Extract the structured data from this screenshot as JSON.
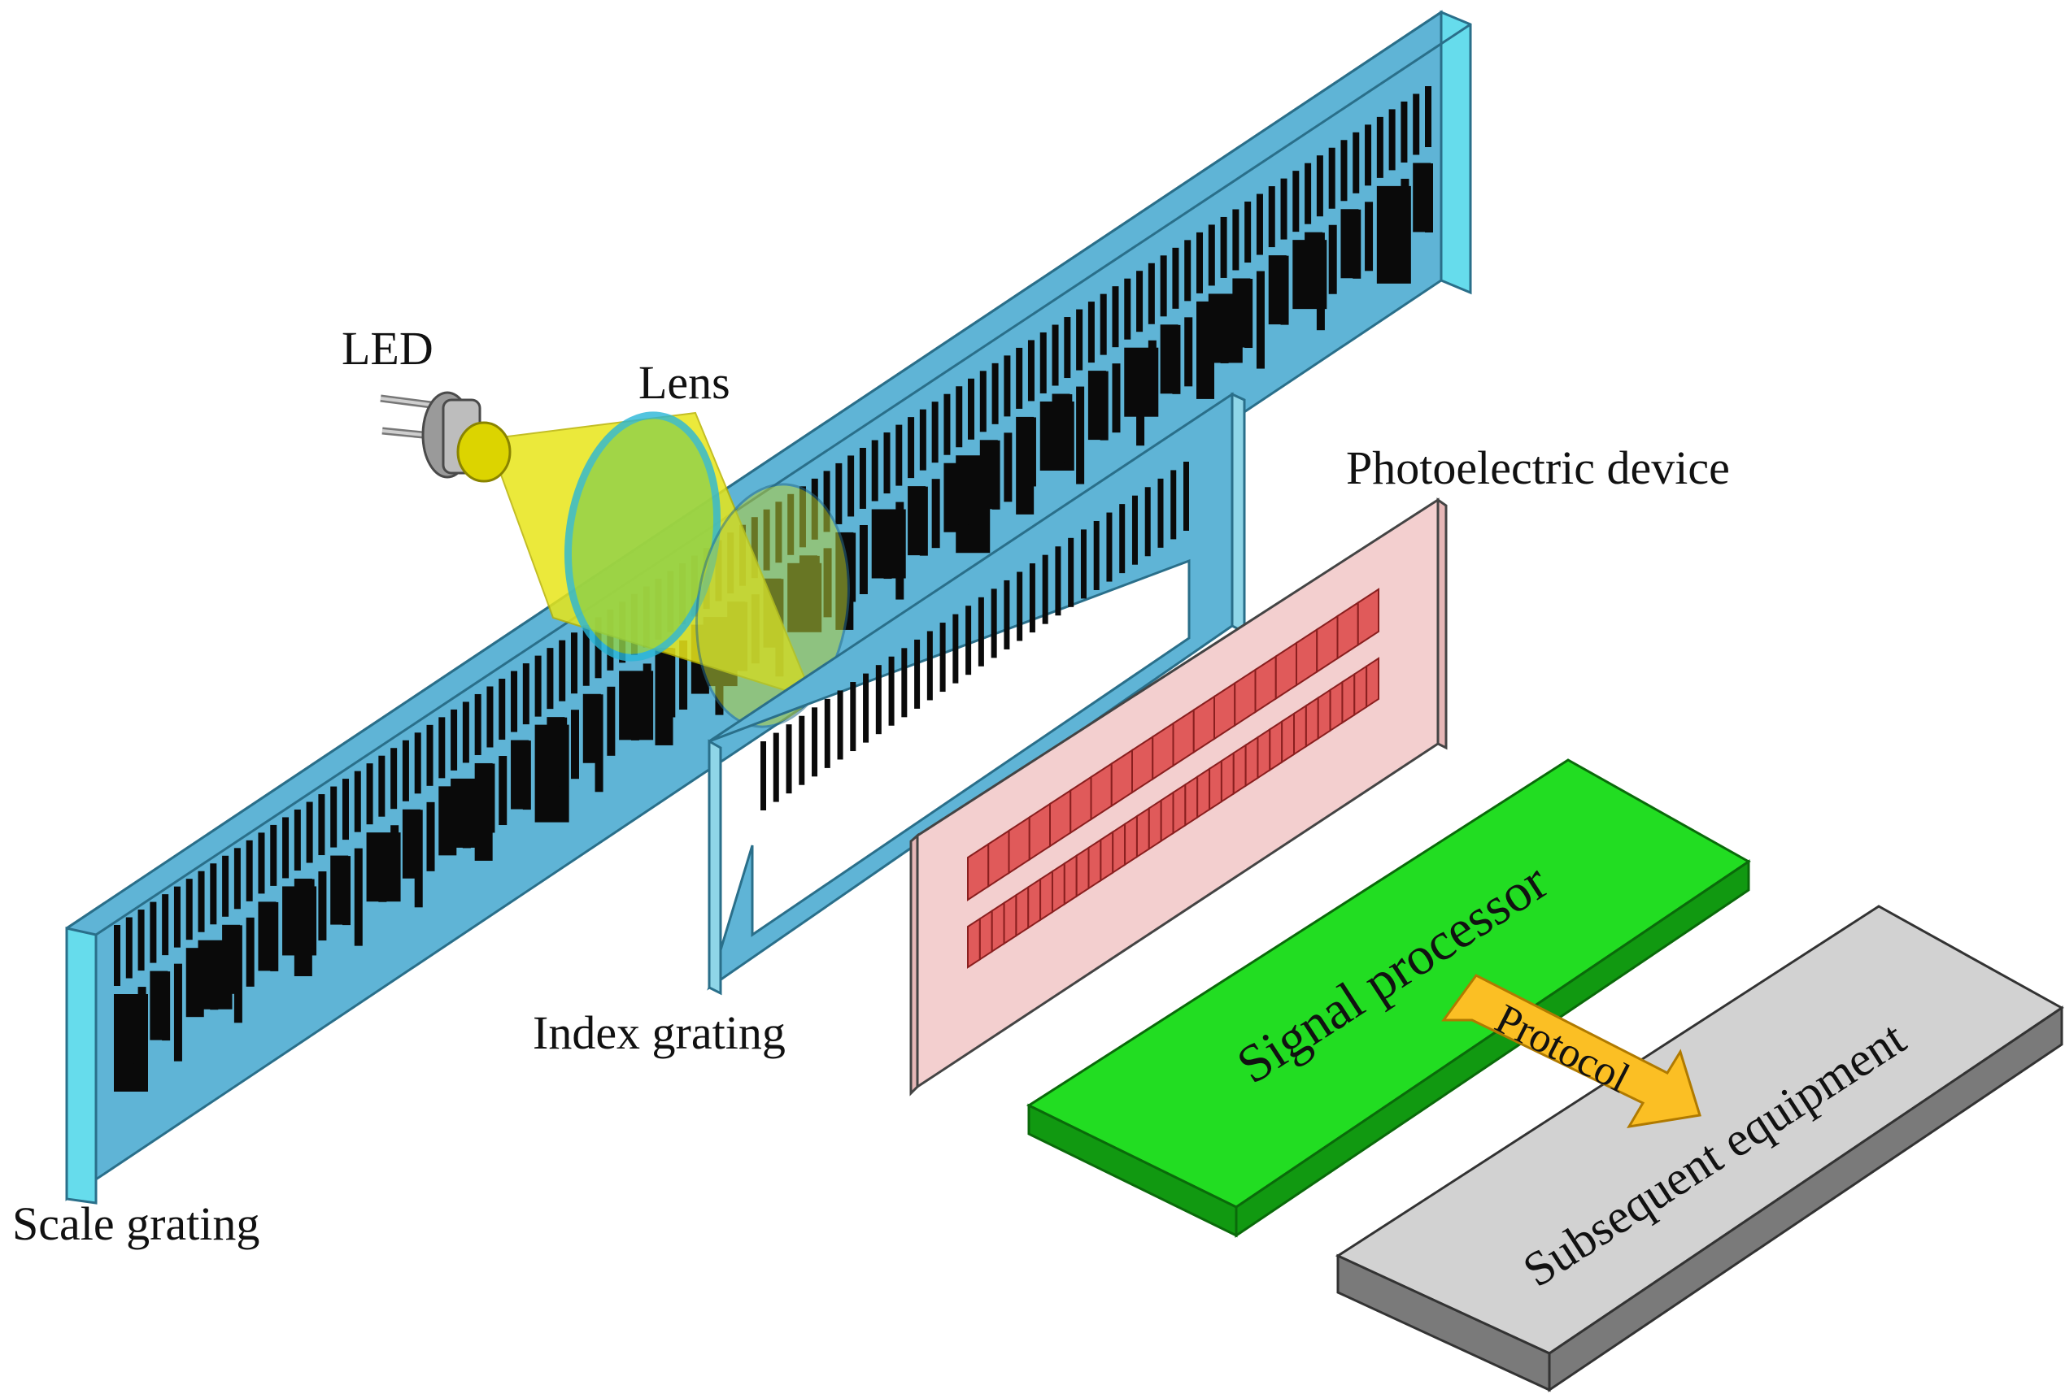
{
  "labels": {
    "led": "LED",
    "lens": "Lens",
    "photoelectric": "Photoelectric device",
    "index_grating": "Index grating",
    "scale_grating": "Scale grating",
    "signal_processor": "Signal processor",
    "protocol": "Protocol",
    "subsequent_equipment": "Subsequent equipment"
  },
  "colors": {
    "scale_glass": "#5fb4d6",
    "scale_glass_light": "#66dcec",
    "grating_bar": "#0a0a0a",
    "beam": "#e8e61a",
    "lens": "#8fd14a",
    "photo_plate": "#f3cfcf",
    "photo_cell": "#e05a5a",
    "processor_top": "#22dd22",
    "processor_side": "#119911",
    "equipment_top": "#d2d2d2",
    "equipment_side": "#7a7a7a",
    "protocol_arrow": "#fbbf24"
  },
  "icons": {
    "led_source": "led-icon",
    "lens_disc": "lens-icon",
    "protocol_arrow": "arrow-right-icon"
  }
}
